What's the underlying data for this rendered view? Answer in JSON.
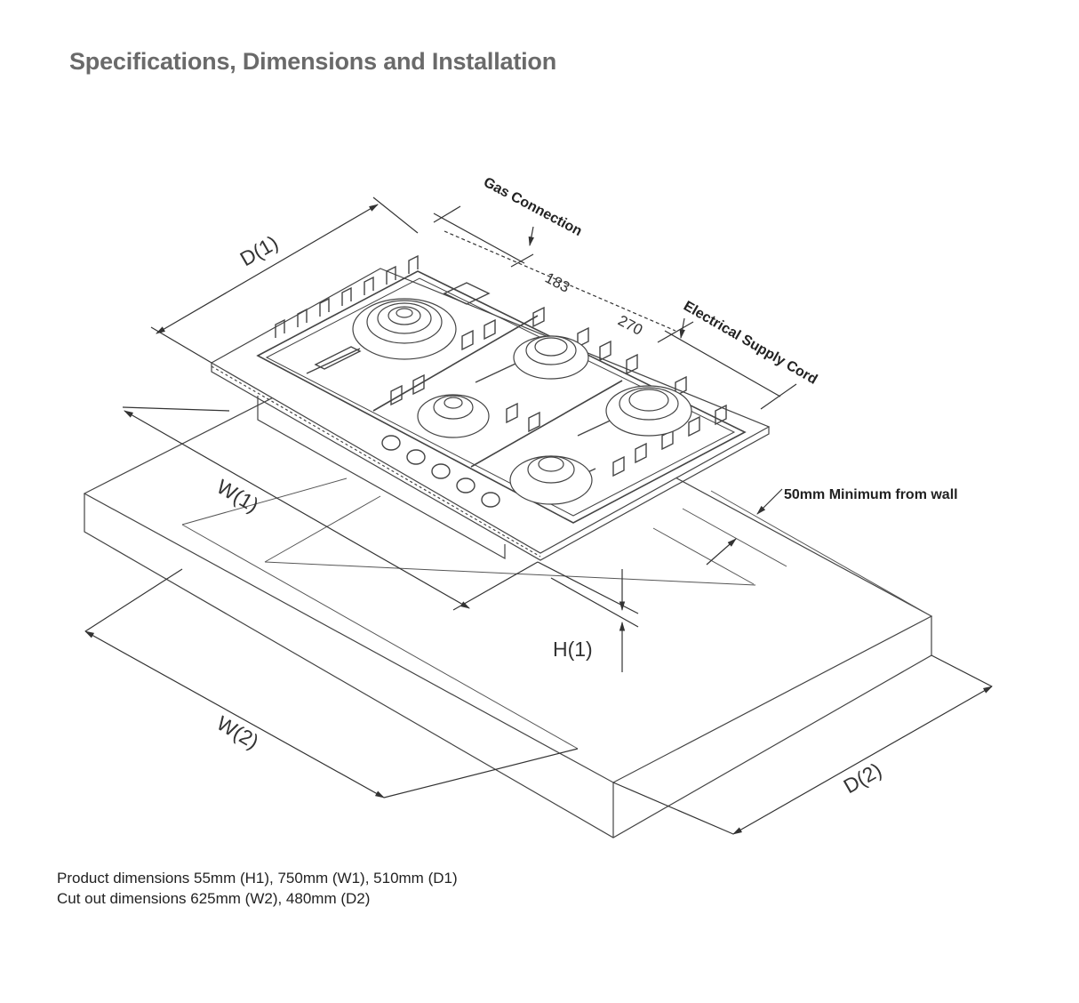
{
  "page": {
    "title": "Specifications, Dimensions and Installation"
  },
  "diagram": {
    "labels": {
      "gas_connection": "Gas Connection",
      "dim_183": "183",
      "dim_270": "270",
      "electrical_supply_cord": "Electrical Supply Cord",
      "min_from_wall": "50mm Minimum from wall",
      "d1": "D(1)",
      "w1": "W(1)",
      "h1": "H(1)",
      "w2": "W(2)",
      "d2": "D(2)"
    }
  },
  "caption": {
    "line1": "Product dimensions 55mm (H1), 750mm (W1), 510mm (D1)",
    "line2": "Cut out dimensions 625mm (W2), 480mm (D2)"
  },
  "colors": {
    "title": "#6a6a6a",
    "line": "#333333"
  }
}
